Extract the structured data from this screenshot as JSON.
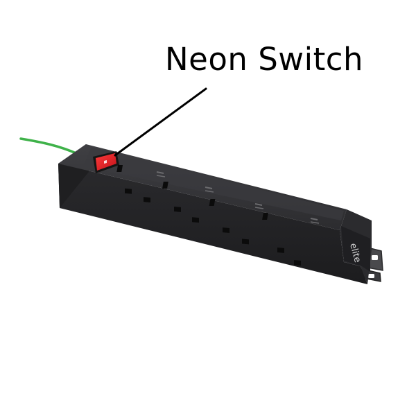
{
  "annotation": {
    "label": "Neon Switch"
  },
  "product": {
    "type": "4-way power extension strip",
    "socket_count": 4,
    "brand_mark": "elite",
    "colors": {
      "body": "#2a2a2c",
      "top_face": "#38383b",
      "switch": "#e01c24",
      "cable": "#3fb24a"
    }
  }
}
